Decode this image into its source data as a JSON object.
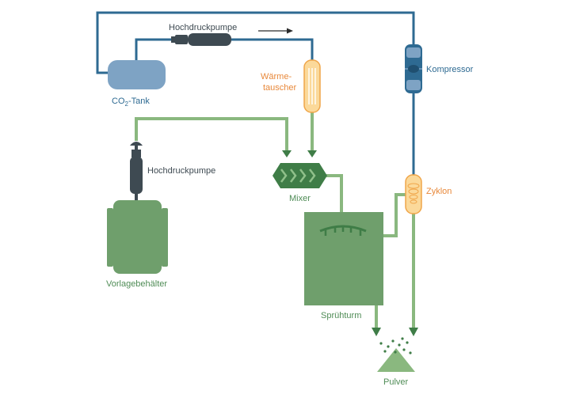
{
  "labels": {
    "pump_top": "Hochdruckpumpe",
    "pump_left": "Hochdruckpumpe",
    "co2_tank_main": "CO",
    "co2_tank_sub": "2",
    "co2_tank_rest": "-Tank",
    "heat_exchanger_line1": "Wärme-",
    "heat_exchanger_line2": "tauscher",
    "compressor": "Kompressor",
    "cyclone": "Zyklon",
    "mixer": "Mixer",
    "storage_tank": "Vorlagebehälter",
    "spray_tower": "Sprühturm",
    "powder": "Pulver"
  },
  "colors": {
    "co2_line": "#2e6a92",
    "product_line": "#8ab87f",
    "product_dark": "#4f8c56",
    "equipment_green": "#6f9f6c",
    "heat_orange": "#e8883a",
    "heat_fill": "#fbd99a",
    "pump_dark": "#3e4a52",
    "tank_blue": "#7ea3c4"
  }
}
